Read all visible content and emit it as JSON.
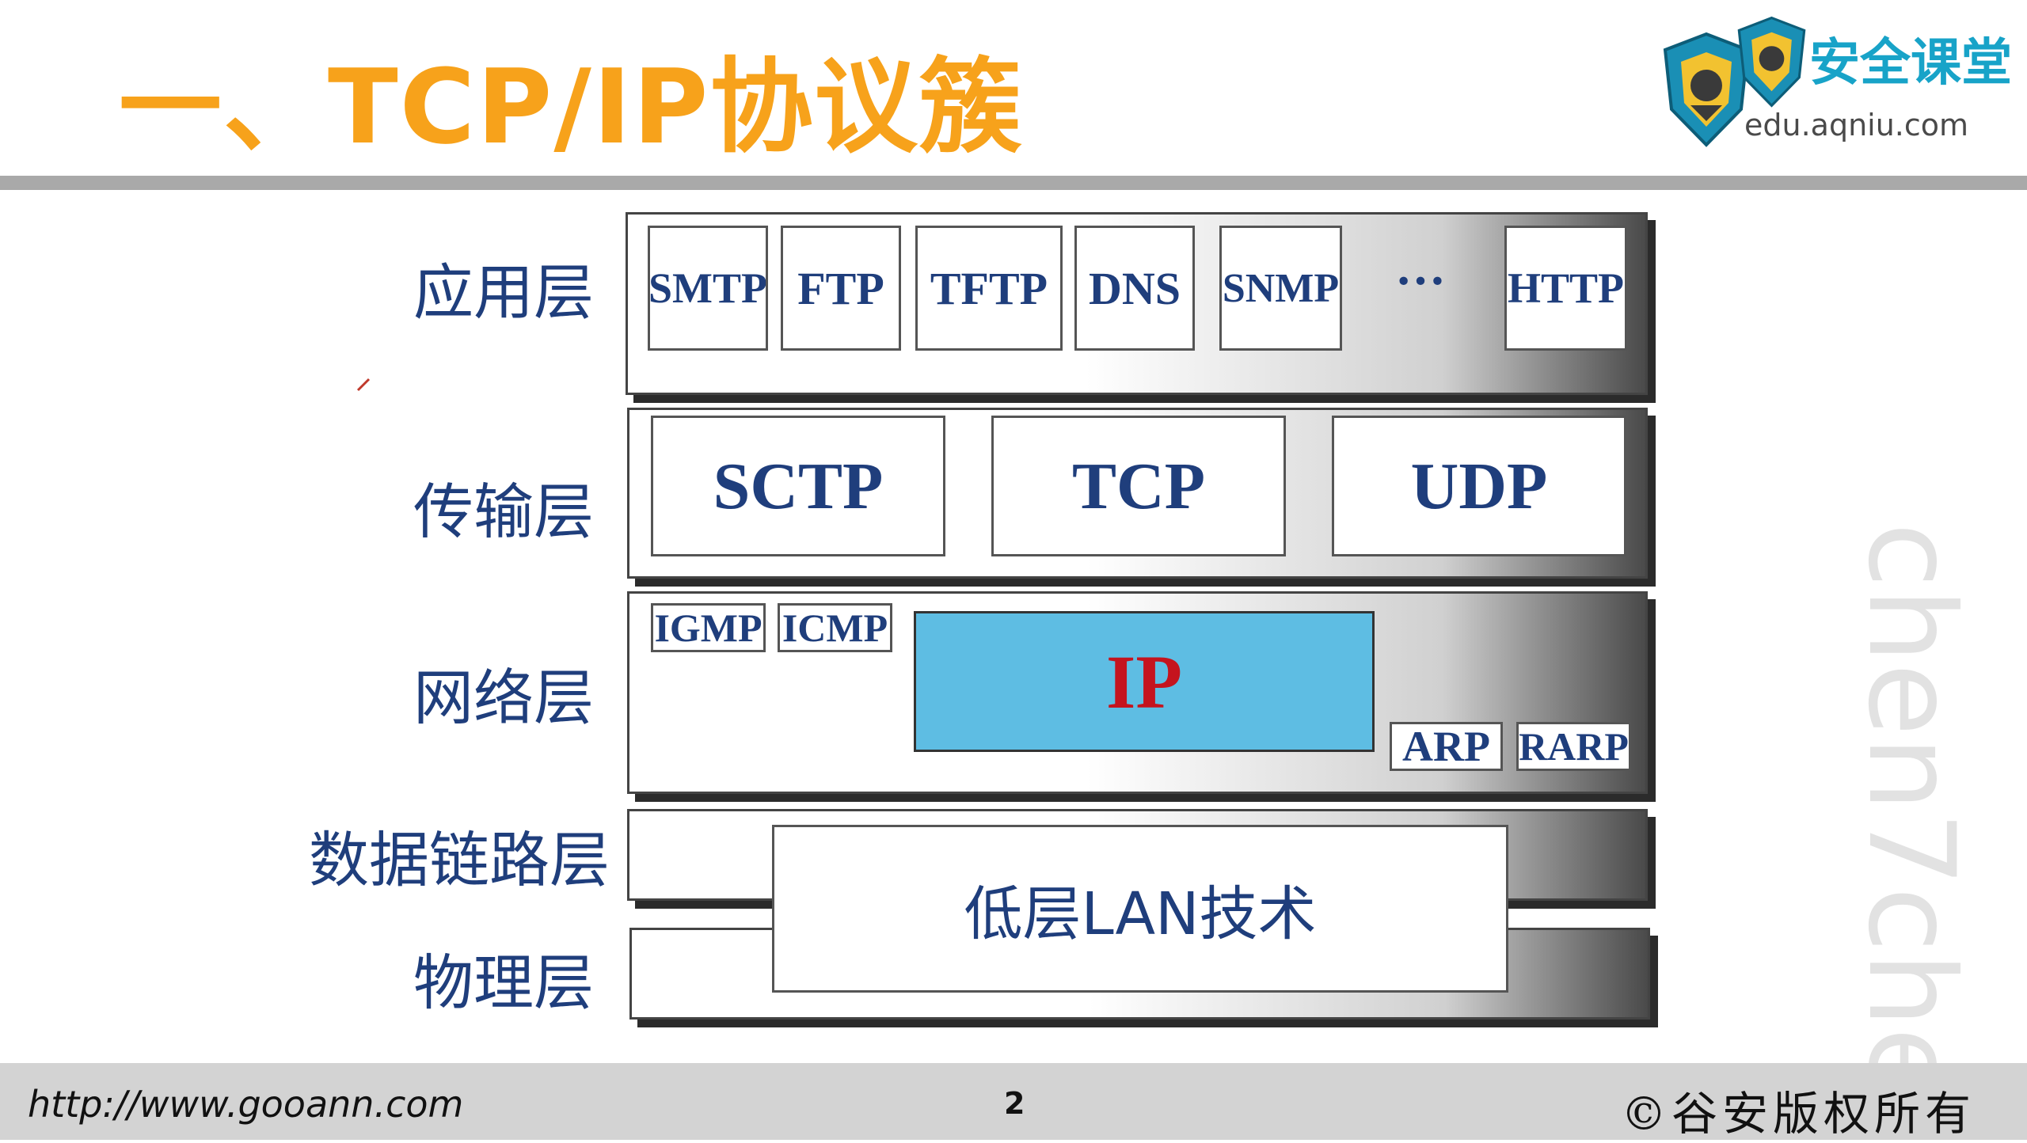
{
  "slide": {
    "title": "一、TCP/IP协议簇",
    "logo": {
      "name": "安全课堂",
      "url": "edu.aqniu.com",
      "colors": {
        "shield": "#1a8fb5",
        "accent": "#f2c230"
      }
    },
    "watermark": "chen7che",
    "colors": {
      "title": "#f7a21b",
      "label": "#1f3e7c",
      "ip_fill": "#5ebde3",
      "ip_text": "#c5141e"
    }
  },
  "diagram": {
    "layers": {
      "application": {
        "label": "应用层",
        "protocols": [
          "SMTP",
          "FTP",
          "TFTP",
          "DNS",
          "SNMP",
          "HTTP"
        ],
        "ellipsis": "···"
      },
      "transport": {
        "label": "传输层",
        "protocols": [
          "SCTP",
          "TCP",
          "UDP"
        ]
      },
      "network": {
        "label": "网络层",
        "protocols": [
          "IGMP",
          "ICMP"
        ],
        "core": "IP",
        "lower": [
          "ARP",
          "RARP"
        ]
      },
      "datalink": {
        "label": "数据链路层"
      },
      "physical": {
        "label": "物理层"
      }
    },
    "lan": "低层LAN技术"
  },
  "footer": {
    "url": "http://www.gooann.com",
    "page": "2",
    "copyright": "©谷安版权所有"
  }
}
